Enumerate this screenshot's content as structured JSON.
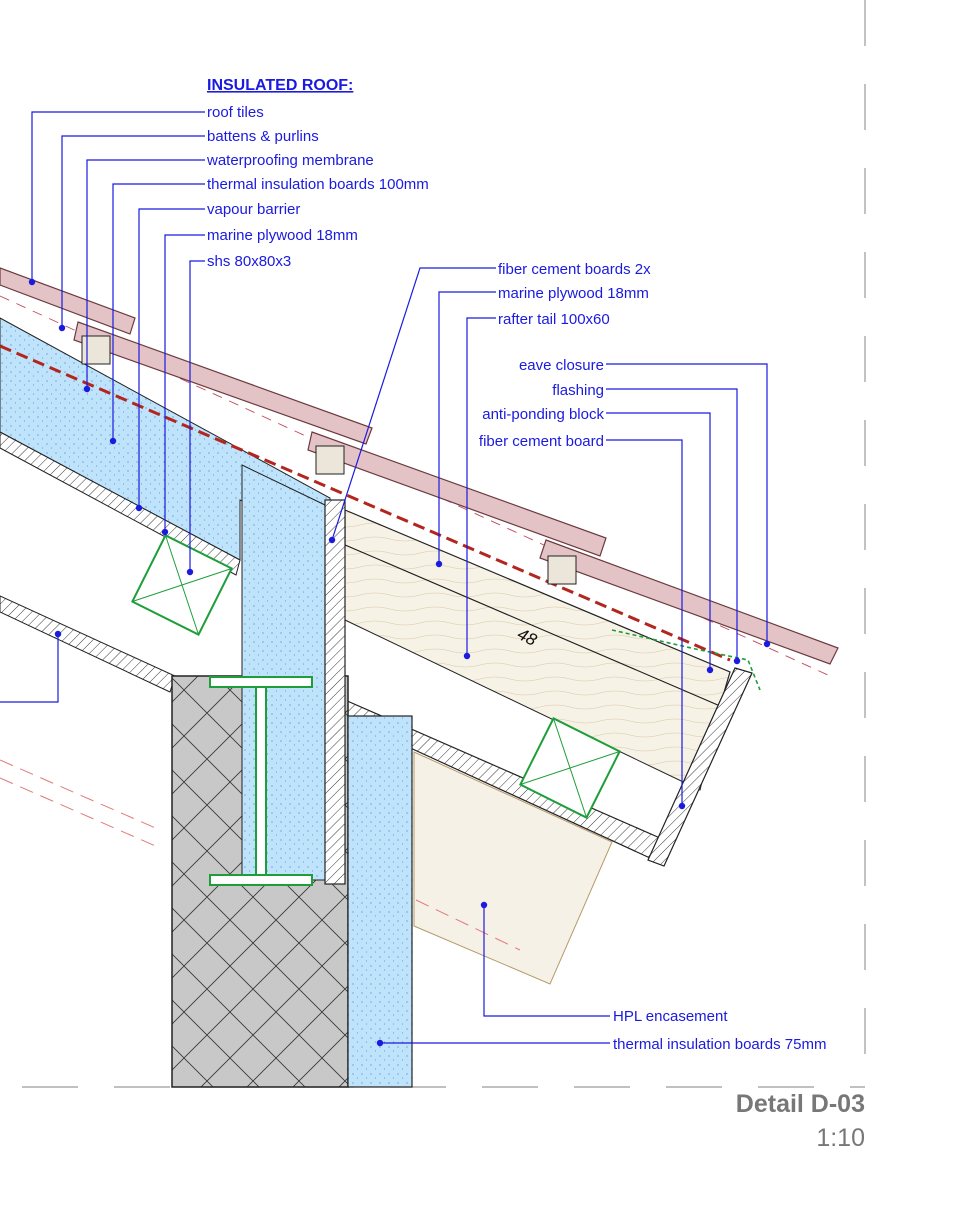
{
  "heading": "INSULATED ROOF:",
  "roof_labels": [
    "roof tiles",
    "battens & purlins",
    "waterproofing membrane",
    "thermal insulation boards 100mm",
    "vapour barrier",
    "marine plywood 18mm",
    "shs 80x80x3"
  ],
  "eave_labels_left": [
    "fiber cement boards 2x",
    "marine plywood 18mm",
    "rafter tail 100x60"
  ],
  "eave_labels_right": [
    "eave closure",
    "flashing",
    "anti-ponding block",
    "fiber cement board"
  ],
  "bottom_labels": [
    "HPL encasement",
    "thermal insulation boards 75mm"
  ],
  "dimension_text": "48",
  "detail": {
    "title": "Detail D-03",
    "scale": "1:10"
  },
  "colors": {
    "annotation": "#1a1ae0",
    "tile": "#e3c3c6",
    "insulation": "#bfe3fb",
    "steel": "#1e9e3a",
    "timber": "#f5efe2",
    "concrete": "#c8c8c8",
    "membrane": "#b3261e",
    "title_grey": "#777777"
  }
}
